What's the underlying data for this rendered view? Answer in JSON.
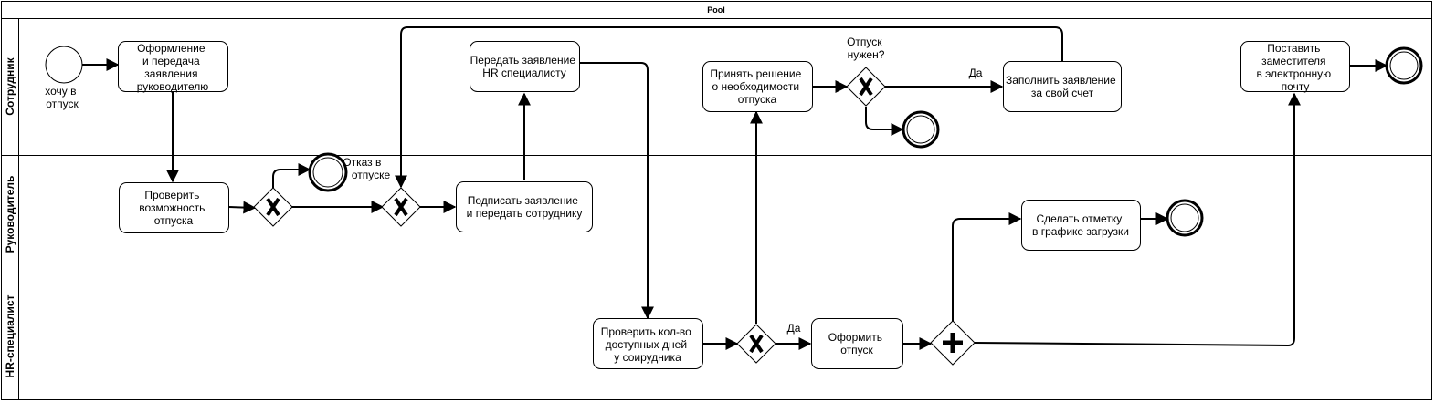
{
  "pool": {
    "title": "Pool",
    "lanes": [
      "Сотрудник",
      "Руководитель",
      "HR-специалист"
    ]
  },
  "tasks": {
    "t1": [
      "Оформление",
      "и передача",
      "заявления",
      "руководителю"
    ],
    "t2": [
      "Передать заявление",
      "HR специалисту"
    ],
    "t3": [
      "Принять решение",
      "о необходимости",
      "отпуска"
    ],
    "t4": [
      "Заполнить заявление",
      "за свой счет"
    ],
    "t5": [
      "Поставить",
      "заместителя",
      "в электронную",
      "почту"
    ],
    "t6": [
      "Проверить",
      "возможность",
      "отпуска"
    ],
    "t7": [
      "Подписать заявление",
      "и передать сотруднику"
    ],
    "t8": [
      "Сделать отметку",
      "в графике загрузки"
    ],
    "t9": [
      "Проверить кол-во",
      "доступных дней",
      "у соирудника"
    ],
    "t10": [
      "Оформить",
      "отпуск"
    ]
  },
  "events": {
    "start": [
      "хочу в",
      "отпуск"
    ],
    "rejection": [
      "Отказ в",
      "отпуске"
    ]
  },
  "gateways": {
    "g_vacation_needed": [
      "Отпуск",
      "нужен?"
    ]
  },
  "edge_labels": {
    "yes_fill_application": "Да",
    "yes_process": "Да"
  }
}
